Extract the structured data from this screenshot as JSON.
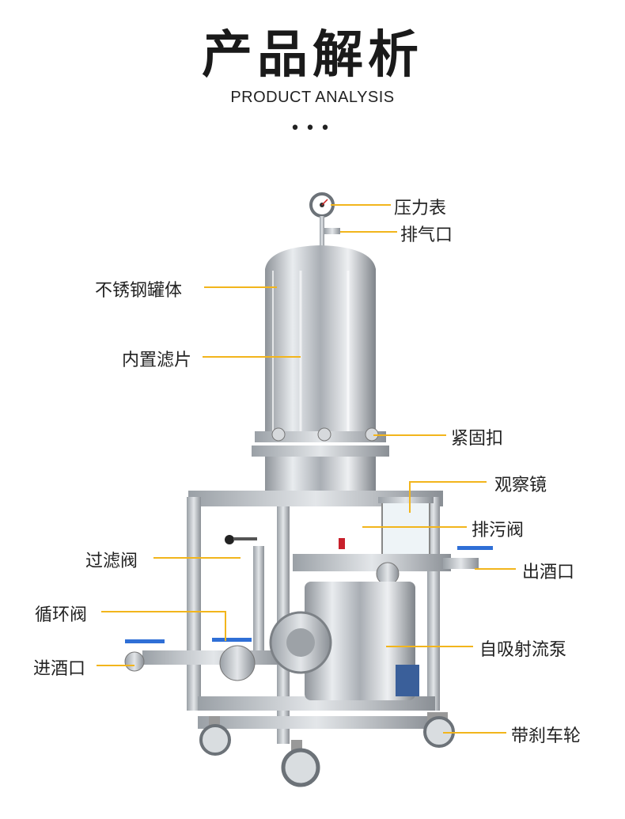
{
  "header": {
    "title": "产品解析",
    "subtitle": "PRODUCT ANALYSIS",
    "dots": "•••"
  },
  "labels": {
    "pressure_gauge": "压力表",
    "vent": "排气口",
    "tank": "不锈钢罐体",
    "filter": "内置滤片",
    "clamp": "紧固扣",
    "sight_glass": "观察镜",
    "drain_valve": "排污阀",
    "filter_valve": "过滤阀",
    "outlet": "出酒口",
    "circulation_valve": "循环阀",
    "pump": "自吸射流泵",
    "inlet": "进酒口",
    "caster": "带刹车轮"
  },
  "colors": {
    "leader_line": "#f2b51c",
    "steel": "#c9ccd0",
    "valve_handle": "#2f6fd6"
  }
}
